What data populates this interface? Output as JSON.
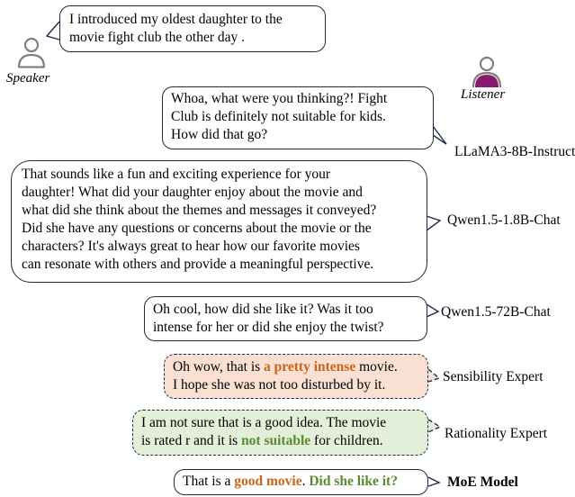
{
  "speaker": {
    "label": "Speaker",
    "message": [
      "I introduced my oldest daughter to the",
      "movie fight club the other day ."
    ]
  },
  "listener": {
    "label": "Listener"
  },
  "responses": [
    {
      "model": "LLaMA3-8B-Instruct",
      "lines": [
        "Whoa, what were you thinking?! Fight",
        "Club is definitely not suitable for kids.",
        "How did that go?"
      ]
    },
    {
      "model": "Qwen1.5-1.8B-Chat",
      "lines": [
        "That sounds like a fun and exciting experience for your",
        "daughter! What did your daughter enjoy about the movie and",
        "what did she think about the themes and messages it conveyed?",
        "Did she have any questions or concerns about the movie or the",
        "characters? It's always great to hear how our favorite movies",
        "can resonate with others and provide a meaningful perspective."
      ]
    },
    {
      "model": "Qwen1.5-72B-Chat",
      "lines": [
        "Oh cool, how did she like it? Was it too",
        "intense for her or did she enjoy the twist?"
      ]
    },
    {
      "model": "Sensibility Expert",
      "line1_pre": "Oh wow, that is ",
      "line1_hl": "a pretty intense",
      "line1_post": " movie.",
      "line2": "I hope she was not too disturbed by it."
    },
    {
      "model": "Rationality Expert",
      "line1": "I am not sure that is a good idea. The movie",
      "line2_pre": "is rated r and it is ",
      "line2_hl": "not suitable",
      "line2_post": " for children."
    },
    {
      "model": "MoE Model",
      "pre": "That is a ",
      "hl1": "good movie",
      "mid": ". ",
      "hl2": "Did she like it?"
    }
  ],
  "colors": {
    "border": "#1f2a44",
    "speaker_icon": "#808080",
    "listener_icon_body": "#8a1a6e",
    "sensibility_fill": "#f9e0d2",
    "rationality_fill": "#e3efd8",
    "highlight_orange": "#c8651b",
    "highlight_green": "#5b8a31"
  }
}
